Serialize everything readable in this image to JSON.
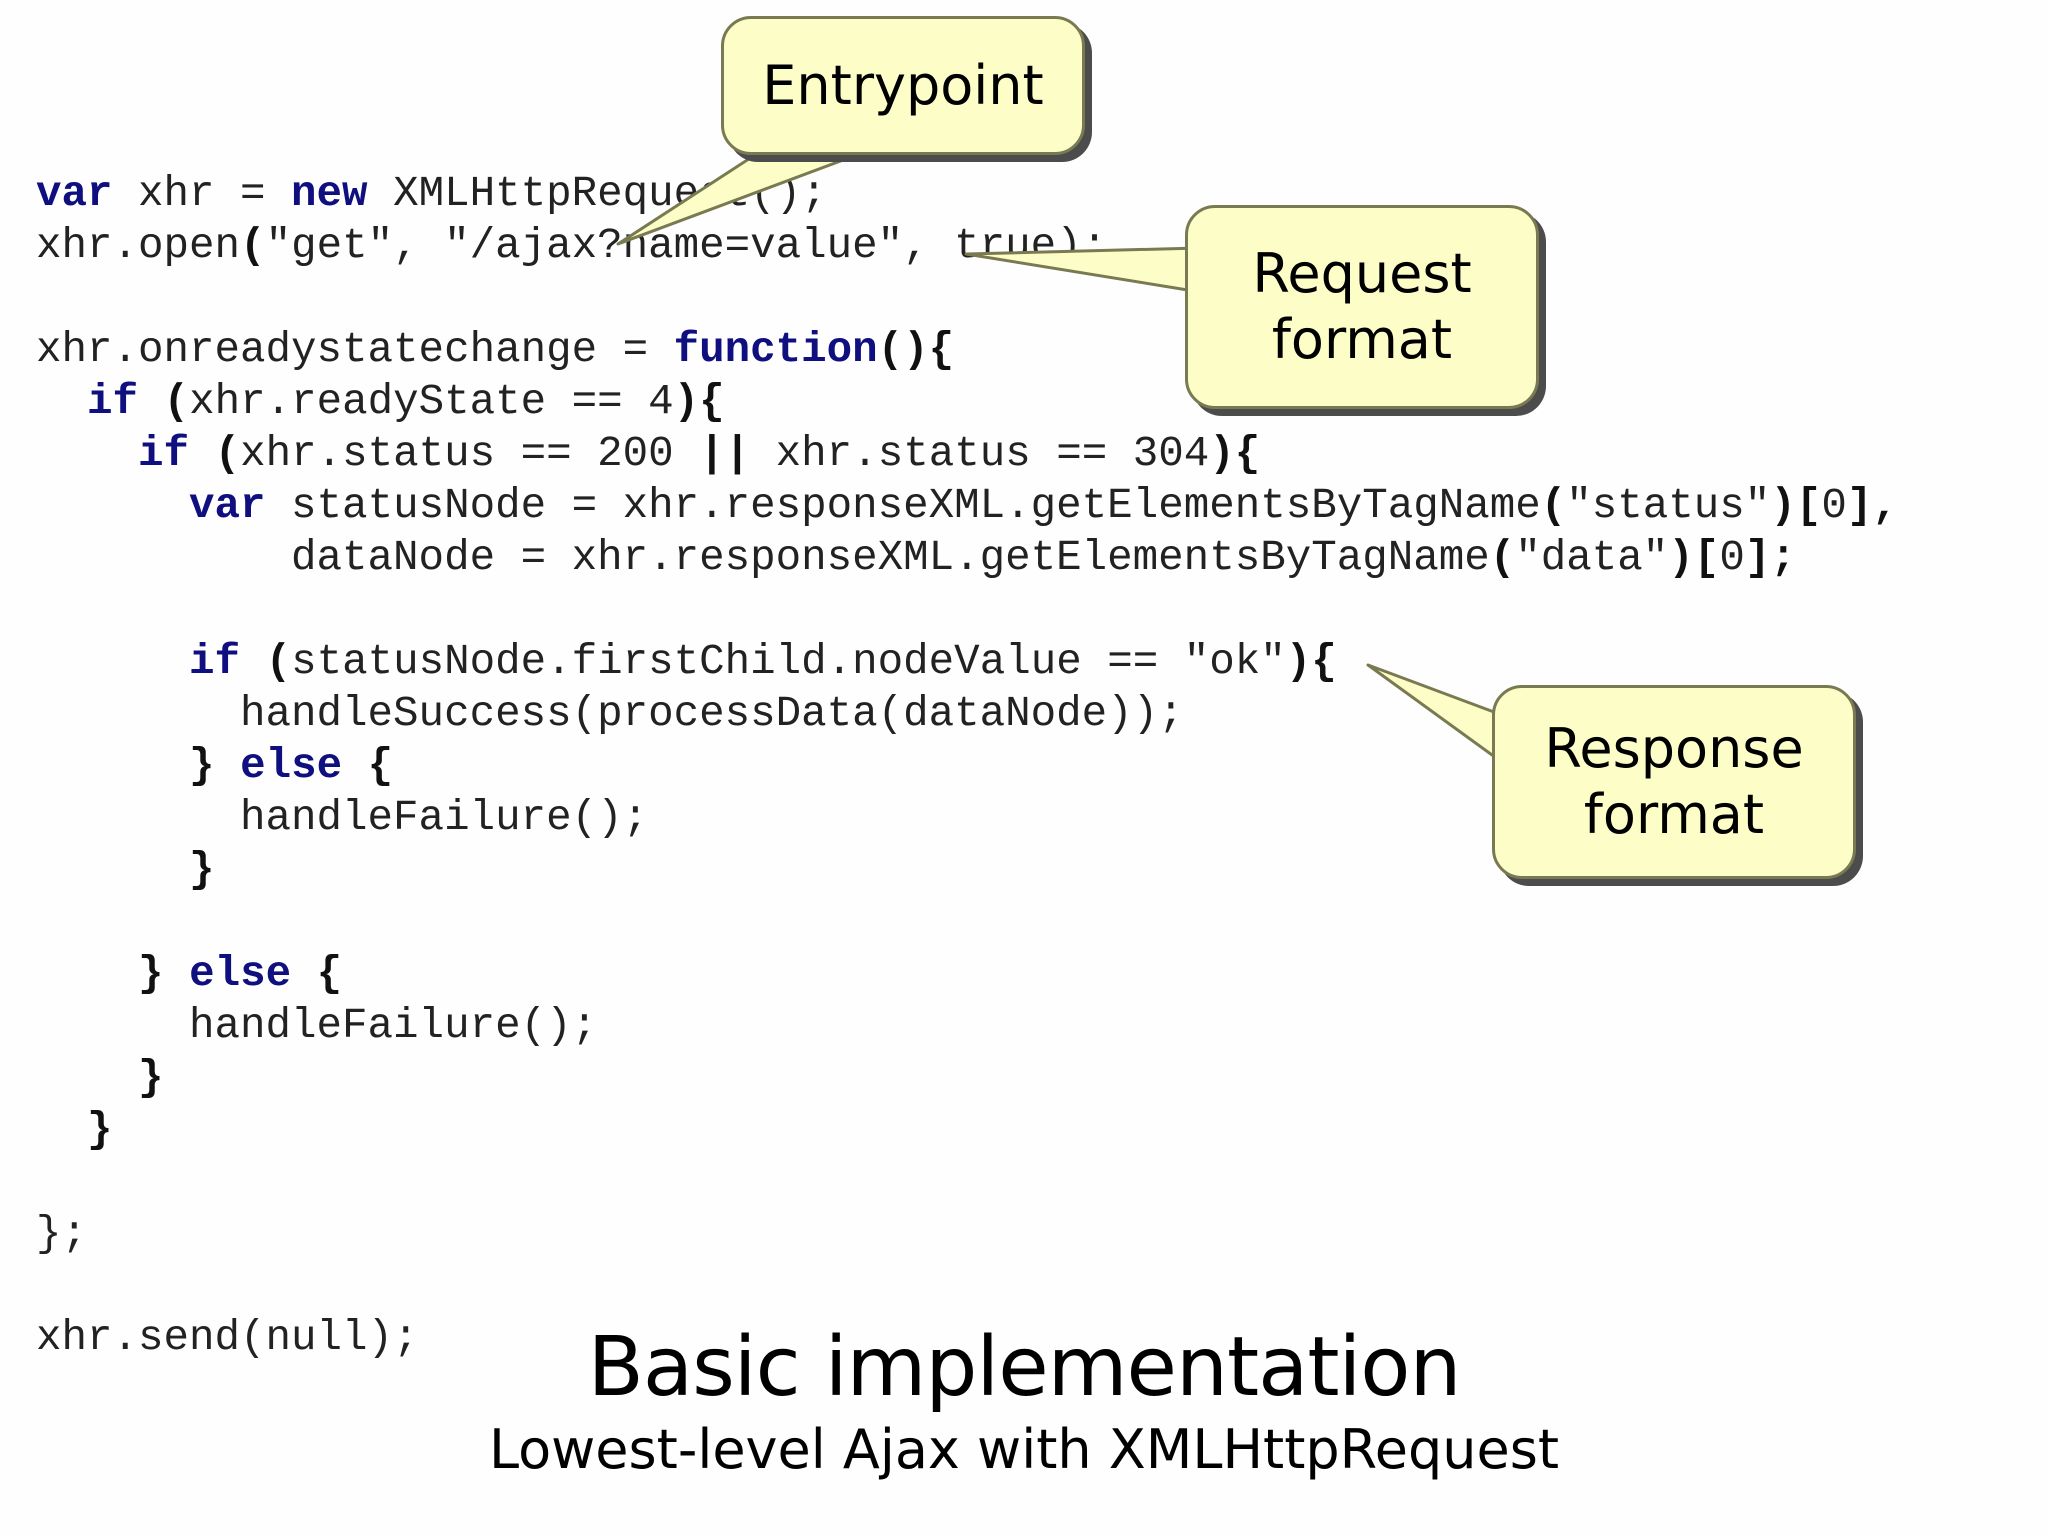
{
  "code_lines": [
    [
      {
        "t": "var",
        "c": "kw"
      },
      {
        "t": " xhr = ",
        "c": "pl"
      },
      {
        "t": "new",
        "c": "kw"
      },
      {
        "t": " XMLHttpRequest();",
        "c": "pl"
      }
    ],
    [
      {
        "t": "xhr.open",
        "c": "pl"
      },
      {
        "t": "(",
        "c": "pn"
      },
      {
        "t": "\"get\", \"/ajax?name=value\", true",
        "c": "pl"
      },
      {
        "t": ");",
        "c": "pl"
      }
    ],
    [],
    [
      {
        "t": "xhr.onreadystatechange = ",
        "c": "pl"
      },
      {
        "t": "function",
        "c": "kw"
      },
      {
        "t": "(){",
        "c": "pn"
      }
    ],
    [
      {
        "t": "  ",
        "c": "pl"
      },
      {
        "t": "if",
        "c": "kw"
      },
      {
        "t": " ",
        "c": "pl"
      },
      {
        "t": "(",
        "c": "pn"
      },
      {
        "t": "xhr.readyState == 4",
        "c": "pl"
      },
      {
        "t": "){",
        "c": "pn"
      }
    ],
    [
      {
        "t": "    ",
        "c": "pl"
      },
      {
        "t": "if",
        "c": "kw"
      },
      {
        "t": " ",
        "c": "pl"
      },
      {
        "t": "(",
        "c": "pn"
      },
      {
        "t": "xhr.status == 200 ",
        "c": "pl"
      },
      {
        "t": "||",
        "c": "pn"
      },
      {
        "t": " xhr.status == 304",
        "c": "pl"
      },
      {
        "t": "){",
        "c": "pn"
      }
    ],
    [
      {
        "t": "      ",
        "c": "pl"
      },
      {
        "t": "var",
        "c": "kw"
      },
      {
        "t": " statusNode = xhr.responseXML.getElementsByTagName",
        "c": "pl"
      },
      {
        "t": "(",
        "c": "pn"
      },
      {
        "t": "\"status\"",
        "c": "pl"
      },
      {
        "t": ")[",
        "c": "pn"
      },
      {
        "t": "0",
        "c": "pl"
      },
      {
        "t": "],",
        "c": "pn"
      }
    ],
    [
      {
        "t": "          dataNode = xhr.responseXML.getElementsByTagName",
        "c": "pl"
      },
      {
        "t": "(",
        "c": "pn"
      },
      {
        "t": "\"data\"",
        "c": "pl"
      },
      {
        "t": ")[",
        "c": "pn"
      },
      {
        "t": "0",
        "c": "pl"
      },
      {
        "t": "];",
        "c": "pn"
      }
    ],
    [],
    [
      {
        "t": "      ",
        "c": "pl"
      },
      {
        "t": "if",
        "c": "kw"
      },
      {
        "t": " ",
        "c": "pl"
      },
      {
        "t": "(",
        "c": "pn"
      },
      {
        "t": "statusNode.firstChild.nodeValue == \"ok\"",
        "c": "pl"
      },
      {
        "t": "){",
        "c": "pn"
      }
    ],
    [
      {
        "t": "        handleSuccess(processData(dataNode));",
        "c": "pl"
      }
    ],
    [
      {
        "t": "      ",
        "c": "pl"
      },
      {
        "t": "}",
        "c": "pn"
      },
      {
        "t": " ",
        "c": "pl"
      },
      {
        "t": "else",
        "c": "kw"
      },
      {
        "t": " ",
        "c": "pl"
      },
      {
        "t": "{",
        "c": "pn"
      }
    ],
    [
      {
        "t": "        handleFailure();",
        "c": "pl"
      }
    ],
    [
      {
        "t": "      ",
        "c": "pl"
      },
      {
        "t": "}",
        "c": "pn"
      }
    ],
    [],
    [
      {
        "t": "    ",
        "c": "pl"
      },
      {
        "t": "}",
        "c": "pn"
      },
      {
        "t": " ",
        "c": "pl"
      },
      {
        "t": "else",
        "c": "kw"
      },
      {
        "t": " ",
        "c": "pl"
      },
      {
        "t": "{",
        "c": "pn"
      }
    ],
    [
      {
        "t": "      handleFailure();",
        "c": "pl"
      }
    ],
    [
      {
        "t": "    ",
        "c": "pl"
      },
      {
        "t": "}",
        "c": "pn"
      }
    ],
    [
      {
        "t": "  ",
        "c": "pl"
      },
      {
        "t": "}",
        "c": "pn"
      }
    ],
    [],
    [
      {
        "t": "};",
        "c": "pl"
      }
    ],
    [],
    [
      {
        "t": "xhr.send(null);",
        "c": "pl"
      }
    ]
  ],
  "callouts": {
    "entrypoint": "Entrypoint",
    "request_line1": "Request",
    "request_line2": "format",
    "response_line1": "Response",
    "response_line2": "format"
  },
  "title": "Basic implementation",
  "subtitle": "Lowest-level Ajax with XMLHttpRequest",
  "colors": {
    "keyword": "#0f0f80",
    "callout_fill": "#fdfdc8",
    "callout_border": "#7a7a52",
    "callout_shadow": "#4c4c4c"
  }
}
